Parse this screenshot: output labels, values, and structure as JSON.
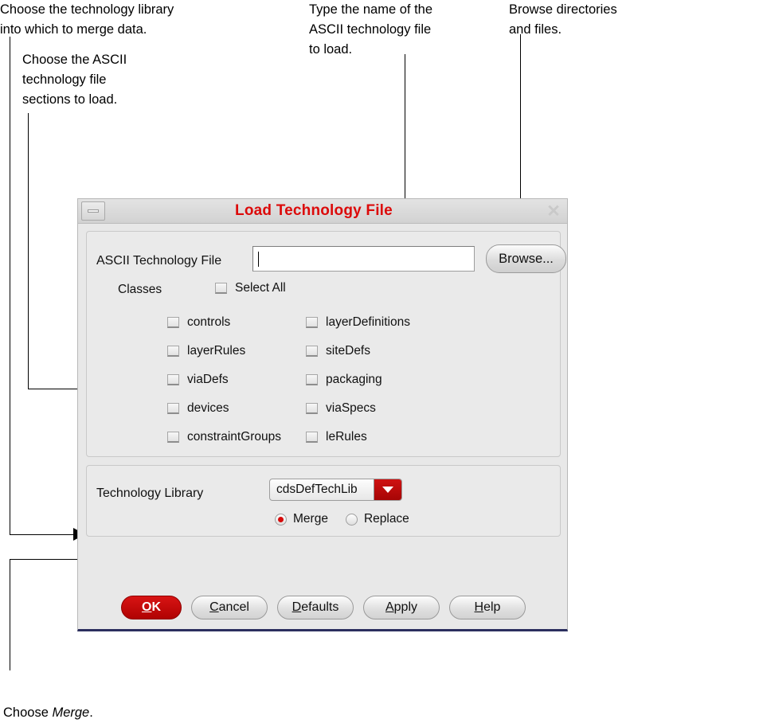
{
  "annotations": [
    {
      "id": "lib-note",
      "text": "Choose the technology library\ninto which to merge data."
    },
    {
      "id": "sections-note",
      "text": "Choose the ASCII\ntechnology file\nsections to load."
    },
    {
      "id": "file-note",
      "text": "Type the name of the\nASCII technology file\nto load."
    },
    {
      "id": "browse-note",
      "text": "Browse directories\nand files."
    },
    {
      "id": "merge-note",
      "text": "Choose ",
      "emphasis": "Merge",
      "tail": "."
    }
  ],
  "dialog": {
    "titlebar": {
      "title": "Load Technology File",
      "title_color": "#dc0a0a",
      "minimize_icon": "minimize-icon",
      "close_icon": "close-icon"
    },
    "file_row": {
      "label": "ASCII Technology File",
      "input_value": "",
      "input_placeholder": "",
      "browse_label": "Browse..."
    },
    "classes": {
      "label": "Classes",
      "select_all_label": "Select All",
      "select_all_checked": false,
      "items": [
        {
          "label": "controls",
          "checked": false
        },
        {
          "label": "layerDefinitions",
          "checked": false
        },
        {
          "label": "layerRules",
          "checked": false
        },
        {
          "label": "siteDefs",
          "checked": false
        },
        {
          "label": "viaDefs",
          "checked": false
        },
        {
          "label": "packaging",
          "checked": false
        },
        {
          "label": "devices",
          "checked": false
        },
        {
          "label": "viaSpecs",
          "checked": false
        },
        {
          "label": "constraintGroups",
          "checked": false
        },
        {
          "label": "leRules",
          "checked": false
        }
      ]
    },
    "library": {
      "label": "Technology Library",
      "selected": "cdsDefTechLib",
      "options": [
        "cdsDefTechLib"
      ],
      "dropdown_icon": "chevron-down-icon",
      "dropdown_accent": "#bb0a0a",
      "mode_options": [
        {
          "label": "Merge",
          "selected": true
        },
        {
          "label": "Replace",
          "selected": false
        }
      ]
    },
    "buttons": [
      {
        "label": "OK",
        "mnemonic": "O",
        "primary": true
      },
      {
        "label": "Cancel",
        "mnemonic": "C",
        "primary": false
      },
      {
        "label": "Defaults",
        "mnemonic": "D",
        "primary": false
      },
      {
        "label": "Apply",
        "mnemonic": "A",
        "primary": false
      },
      {
        "label": "Help",
        "mnemonic": "H",
        "primary": false
      }
    ]
  }
}
